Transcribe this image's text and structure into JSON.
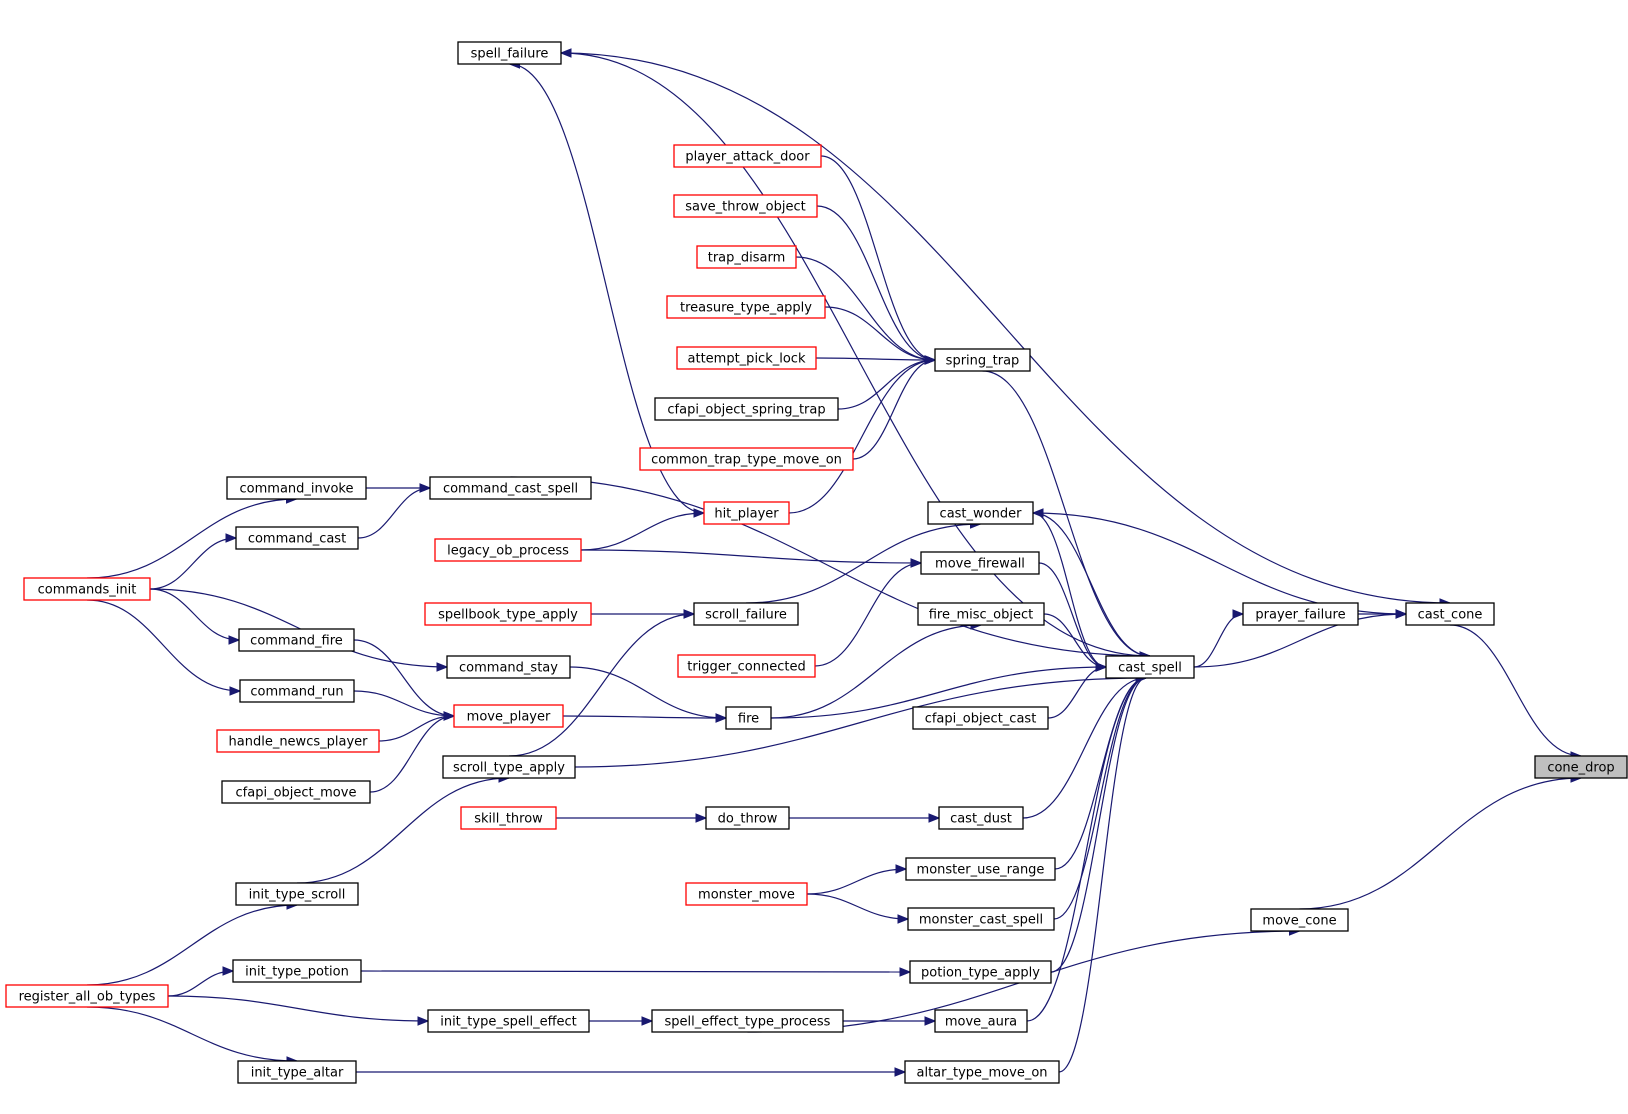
{
  "colors": {
    "edge": "#191970",
    "box_plain": "#000000",
    "box_truncated": "#ff0000",
    "box_focus_fill": "#bfbfbf",
    "background": "#ffffff"
  },
  "nodes": {
    "spell_failure": {
      "label": "spell_failure",
      "border": "black"
    },
    "player_attack_door": {
      "label": "player_attack_door",
      "border": "red"
    },
    "save_throw_object": {
      "label": "save_throw_object",
      "border": "red"
    },
    "trap_disarm": {
      "label": "trap_disarm",
      "border": "red"
    },
    "treasure_type_apply": {
      "label": "treasure_type_apply",
      "border": "red"
    },
    "attempt_pick_lock": {
      "label": "attempt_pick_lock",
      "border": "red"
    },
    "cfapi_object_spring_trap": {
      "label": "cfapi_object_spring_trap",
      "border": "black"
    },
    "common_trap_type_move_on": {
      "label": "common_trap_type_move_on",
      "border": "red"
    },
    "spring_trap": {
      "label": "spring_trap",
      "border": "black"
    },
    "command_invoke": {
      "label": "command_invoke",
      "border": "black"
    },
    "command_cast_spell": {
      "label": "command_cast_spell",
      "border": "black"
    },
    "hit_player": {
      "label": "hit_player",
      "border": "red"
    },
    "cast_wonder": {
      "label": "cast_wonder",
      "border": "black"
    },
    "command_cast": {
      "label": "command_cast",
      "border": "black"
    },
    "legacy_ob_process": {
      "label": "legacy_ob_process",
      "border": "red"
    },
    "move_firewall": {
      "label": "move_firewall",
      "border": "black"
    },
    "commands_init": {
      "label": "commands_init",
      "border": "red"
    },
    "spellbook_type_apply": {
      "label": "spellbook_type_apply",
      "border": "red"
    },
    "scroll_failure": {
      "label": "scroll_failure",
      "border": "black"
    },
    "fire_misc_object": {
      "label": "fire_misc_object",
      "border": "black"
    },
    "prayer_failure": {
      "label": "prayer_failure",
      "border": "black"
    },
    "cast_cone": {
      "label": "cast_cone",
      "border": "black"
    },
    "command_fire": {
      "label": "command_fire",
      "border": "black"
    },
    "trigger_connected": {
      "label": "trigger_connected",
      "border": "red"
    },
    "command_stay": {
      "label": "command_stay",
      "border": "black"
    },
    "cast_spell": {
      "label": "cast_spell",
      "border": "black"
    },
    "command_run": {
      "label": "command_run",
      "border": "black"
    },
    "move_player": {
      "label": "move_player",
      "border": "red"
    },
    "fire": {
      "label": "fire",
      "border": "black"
    },
    "cfapi_object_cast": {
      "label": "cfapi_object_cast",
      "border": "black"
    },
    "handle_newcs_player": {
      "label": "handle_newcs_player",
      "border": "red"
    },
    "scroll_type_apply": {
      "label": "scroll_type_apply",
      "border": "black"
    },
    "cone_drop": {
      "label": "cone_drop",
      "border": "black",
      "focus": true
    },
    "cfapi_object_move": {
      "label": "cfapi_object_move",
      "border": "black"
    },
    "skill_throw": {
      "label": "skill_throw",
      "border": "red"
    },
    "do_throw": {
      "label": "do_throw",
      "border": "black"
    },
    "cast_dust": {
      "label": "cast_dust",
      "border": "black"
    },
    "monster_use_range": {
      "label": "monster_use_range",
      "border": "black"
    },
    "init_type_scroll": {
      "label": "init_type_scroll",
      "border": "black"
    },
    "monster_move": {
      "label": "monster_move",
      "border": "red"
    },
    "monster_cast_spell": {
      "label": "monster_cast_spell",
      "border": "black"
    },
    "move_cone": {
      "label": "move_cone",
      "border": "black"
    },
    "init_type_potion": {
      "label": "init_type_potion",
      "border": "black"
    },
    "potion_type_apply": {
      "label": "potion_type_apply",
      "border": "black"
    },
    "register_all_ob_types": {
      "label": "register_all_ob_types",
      "border": "red"
    },
    "init_type_spell_effect": {
      "label": "init_type_spell_effect",
      "border": "black"
    },
    "spell_effect_type_process": {
      "label": "spell_effect_type_process",
      "border": "black"
    },
    "move_aura": {
      "label": "move_aura",
      "border": "black"
    },
    "init_type_altar": {
      "label": "init_type_altar",
      "border": "black"
    },
    "altar_type_move_on": {
      "label": "altar_type_move_on",
      "border": "black"
    }
  },
  "edges": [
    [
      "cast_cone",
      "cone_drop"
    ],
    [
      "move_cone",
      "cone_drop"
    ],
    [
      "spell_failure",
      "cast_cone"
    ],
    [
      "cast_wonder",
      "cast_cone"
    ],
    [
      "prayer_failure",
      "cast_cone"
    ],
    [
      "cast_spell",
      "cast_cone"
    ],
    [
      "cast_spell",
      "prayer_failure"
    ],
    [
      "cast_spell",
      "spell_failure"
    ],
    [
      "cast_spell",
      "cast_wonder"
    ],
    [
      "hit_player",
      "spell_failure"
    ],
    [
      "command_cast_spell",
      "cast_spell"
    ],
    [
      "spring_trap",
      "cast_spell"
    ],
    [
      "cast_wonder",
      "cast_spell"
    ],
    [
      "move_firewall",
      "cast_spell"
    ],
    [
      "fire_misc_object",
      "cast_spell"
    ],
    [
      "fire",
      "cast_spell"
    ],
    [
      "cfapi_object_cast",
      "cast_spell"
    ],
    [
      "scroll_type_apply",
      "cast_spell"
    ],
    [
      "cast_dust",
      "cast_spell"
    ],
    [
      "monster_use_range",
      "cast_spell"
    ],
    [
      "monster_cast_spell",
      "cast_spell"
    ],
    [
      "potion_type_apply",
      "cast_spell"
    ],
    [
      "move_aura",
      "cast_spell"
    ],
    [
      "altar_type_move_on",
      "cast_spell"
    ],
    [
      "player_attack_door",
      "spring_trap"
    ],
    [
      "save_throw_object",
      "spring_trap"
    ],
    [
      "trap_disarm",
      "spring_trap"
    ],
    [
      "treasure_type_apply",
      "spring_trap"
    ],
    [
      "attempt_pick_lock",
      "spring_trap"
    ],
    [
      "cfapi_object_spring_trap",
      "spring_trap"
    ],
    [
      "common_trap_type_move_on",
      "spring_trap"
    ],
    [
      "hit_player",
      "spring_trap"
    ],
    [
      "command_invoke",
      "command_cast_spell"
    ],
    [
      "command_cast",
      "command_cast_spell"
    ],
    [
      "legacy_ob_process",
      "hit_player"
    ],
    [
      "scroll_failure",
      "cast_wonder"
    ],
    [
      "legacy_ob_process",
      "move_firewall"
    ],
    [
      "trigger_connected",
      "move_firewall"
    ],
    [
      "fire",
      "fire_misc_object"
    ],
    [
      "commands_init",
      "command_invoke"
    ],
    [
      "commands_init",
      "command_cast"
    ],
    [
      "commands_init",
      "command_fire"
    ],
    [
      "commands_init",
      "command_run"
    ],
    [
      "commands_init",
      "command_stay"
    ],
    [
      "spellbook_type_apply",
      "scroll_failure"
    ],
    [
      "scroll_type_apply",
      "scroll_failure"
    ],
    [
      "command_stay",
      "fire"
    ],
    [
      "move_player",
      "fire"
    ],
    [
      "command_fire",
      "move_player"
    ],
    [
      "command_run",
      "move_player"
    ],
    [
      "handle_newcs_player",
      "move_player"
    ],
    [
      "cfapi_object_move",
      "move_player"
    ],
    [
      "init_type_scroll",
      "scroll_type_apply"
    ],
    [
      "skill_throw",
      "do_throw"
    ],
    [
      "do_throw",
      "cast_dust"
    ],
    [
      "monster_move",
      "monster_use_range"
    ],
    [
      "monster_move",
      "monster_cast_spell"
    ],
    [
      "spell_effect_type_process",
      "move_cone"
    ],
    [
      "init_type_potion",
      "potion_type_apply"
    ],
    [
      "register_all_ob_types",
      "init_type_scroll"
    ],
    [
      "register_all_ob_types",
      "init_type_potion"
    ],
    [
      "register_all_ob_types",
      "init_type_spell_effect"
    ],
    [
      "register_all_ob_types",
      "init_type_altar"
    ],
    [
      "init_type_spell_effect",
      "spell_effect_type_process"
    ],
    [
      "spell_effect_type_process",
      "move_aura"
    ],
    [
      "init_type_altar",
      "altar_type_move_on"
    ]
  ]
}
